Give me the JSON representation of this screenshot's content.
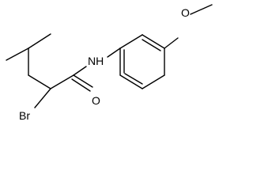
{
  "molecule": {
    "atoms": {
      "br": "Br",
      "o_carbonyl": "O",
      "nh": "NH",
      "o_methoxy": "O"
    },
    "colors": {
      "bond": "#000000",
      "label": "#000000",
      "background": "#ffffff"
    }
  }
}
